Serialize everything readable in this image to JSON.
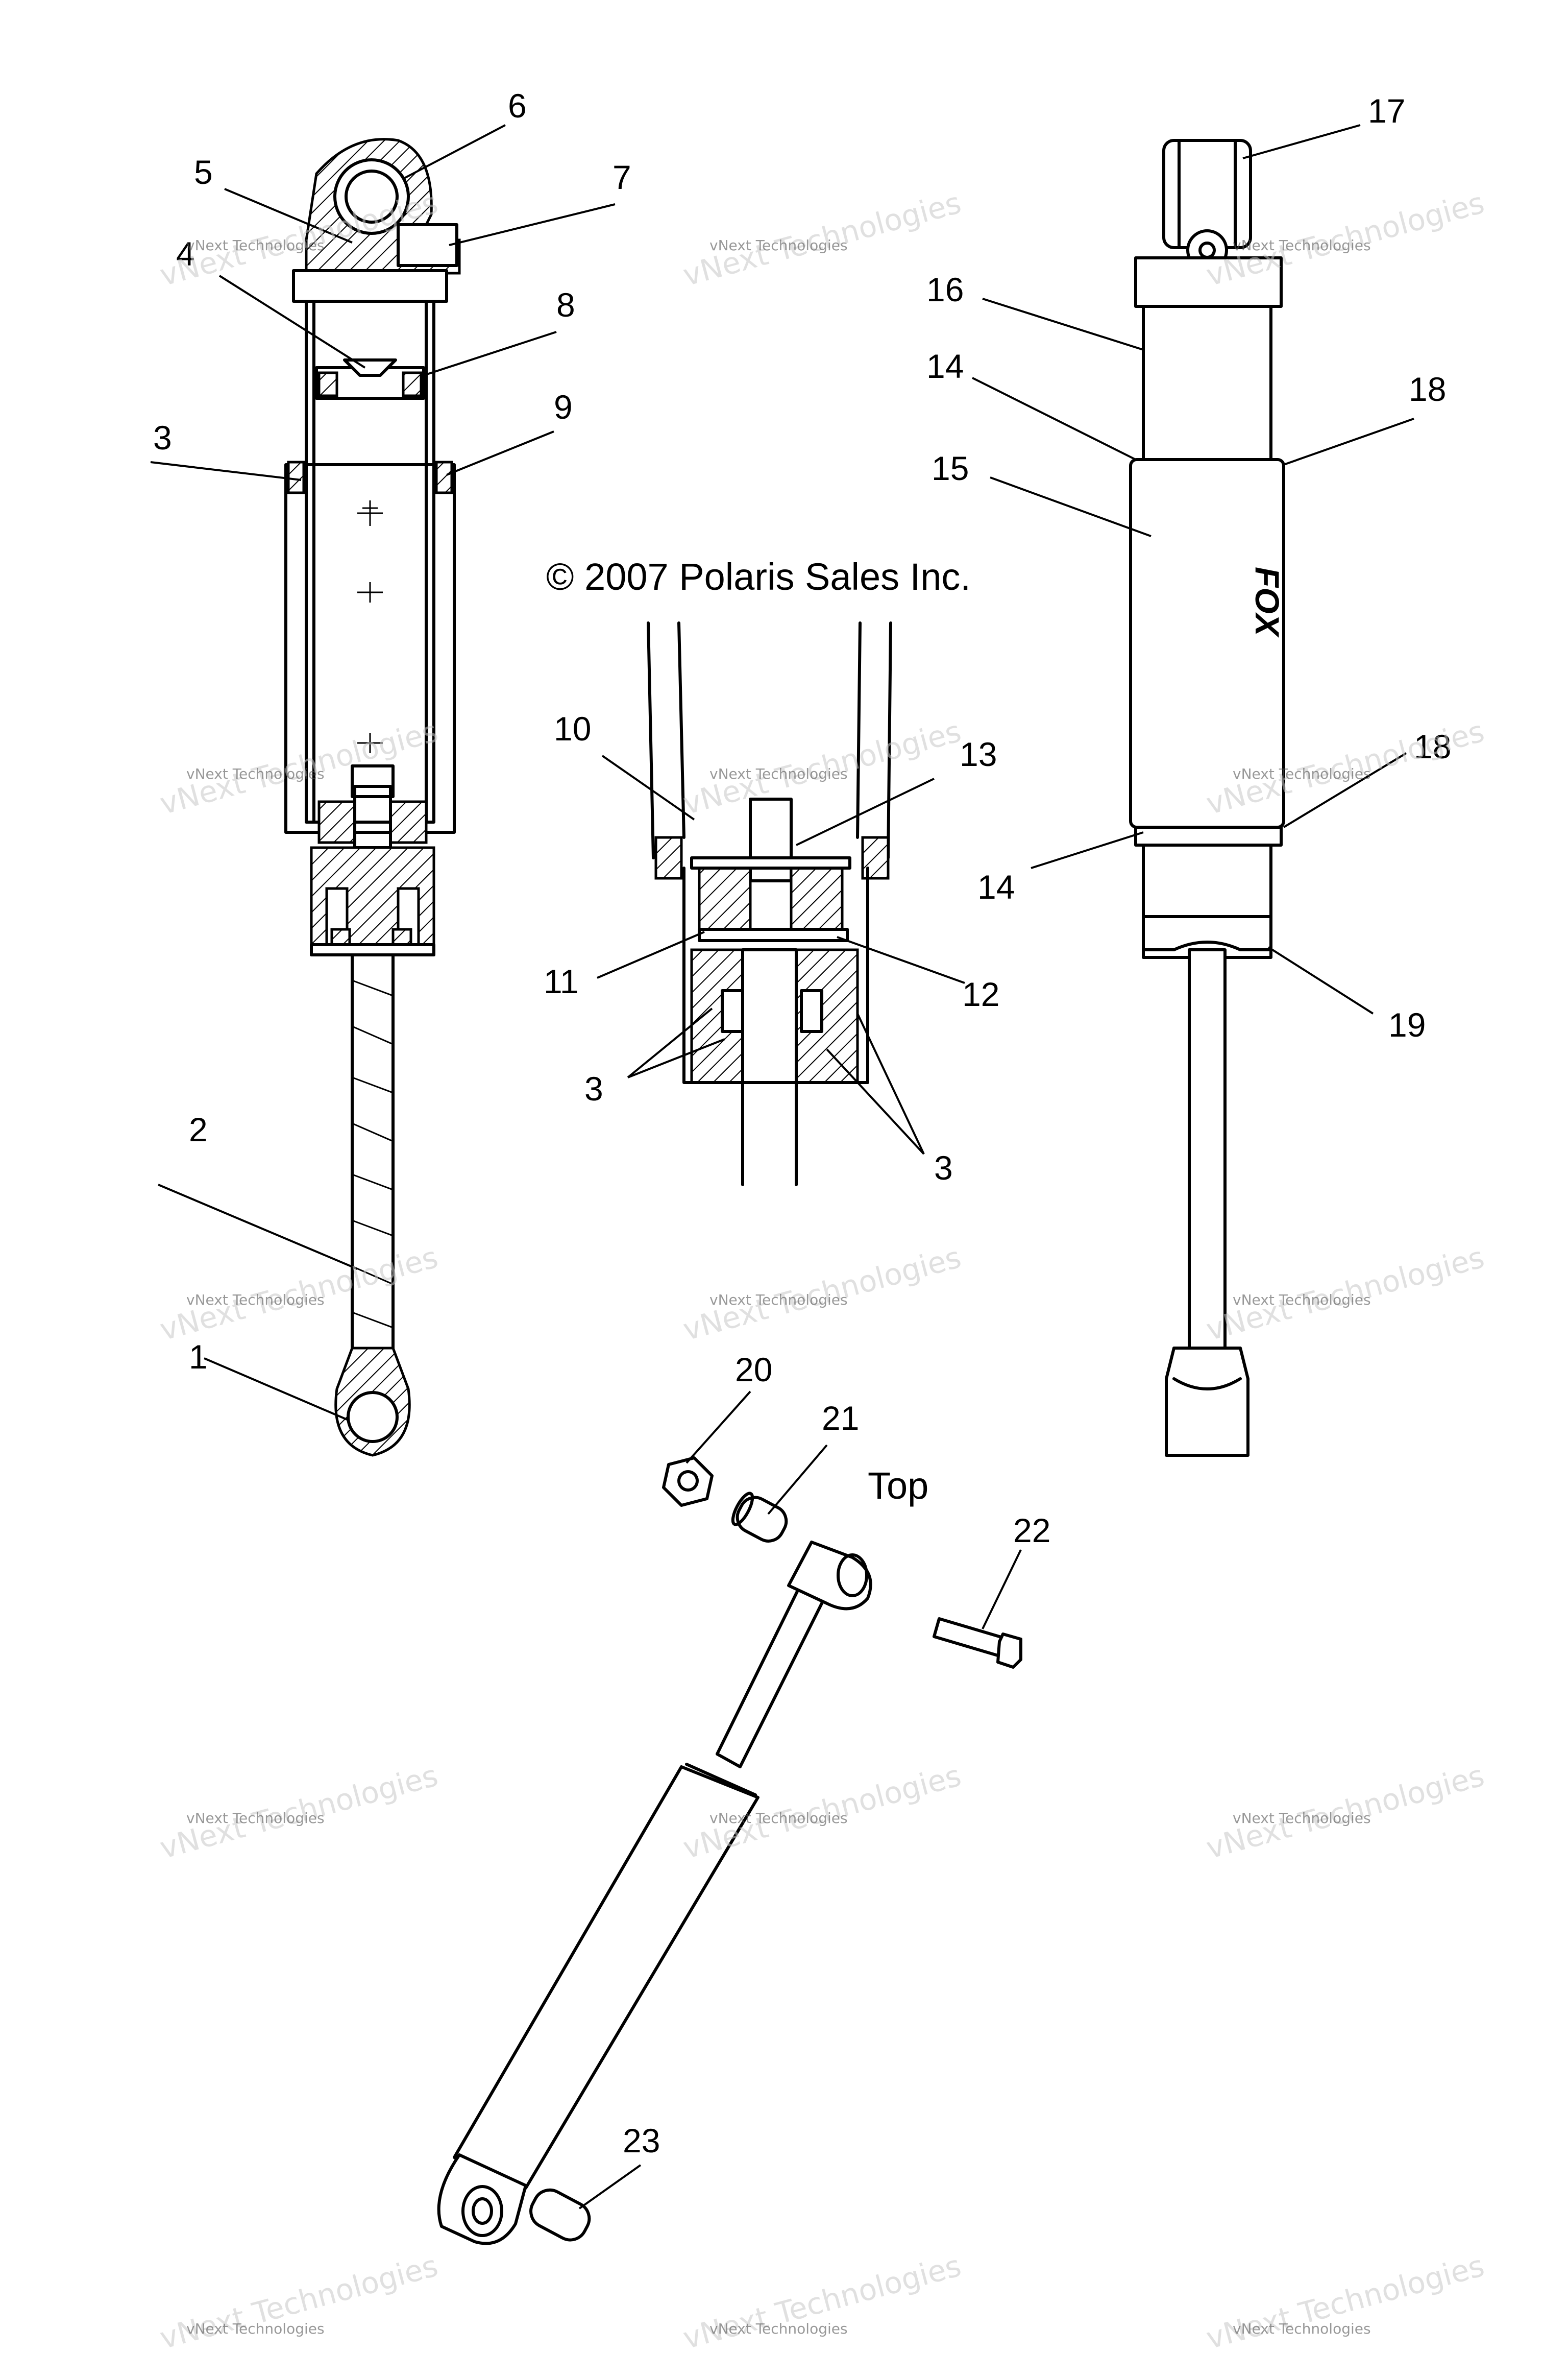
{
  "copyright": "© 2007 Polaris Sales Inc.",
  "top_label": "Top",
  "brand_mark": "FOX",
  "watermark": {
    "line1": "vNext Technologies",
    "line2": "vNext Technologies"
  },
  "callouts": [
    "1",
    "2",
    "3",
    "4",
    "5",
    "6",
    "7",
    "8",
    "9",
    "10",
    "11",
    "12",
    "13",
    "14",
    "15",
    "16",
    "17",
    "18",
    "19",
    "20",
    "21",
    "22",
    "23"
  ],
  "colors": {
    "line": "#000000",
    "watermark": "#c8c8c8"
  }
}
